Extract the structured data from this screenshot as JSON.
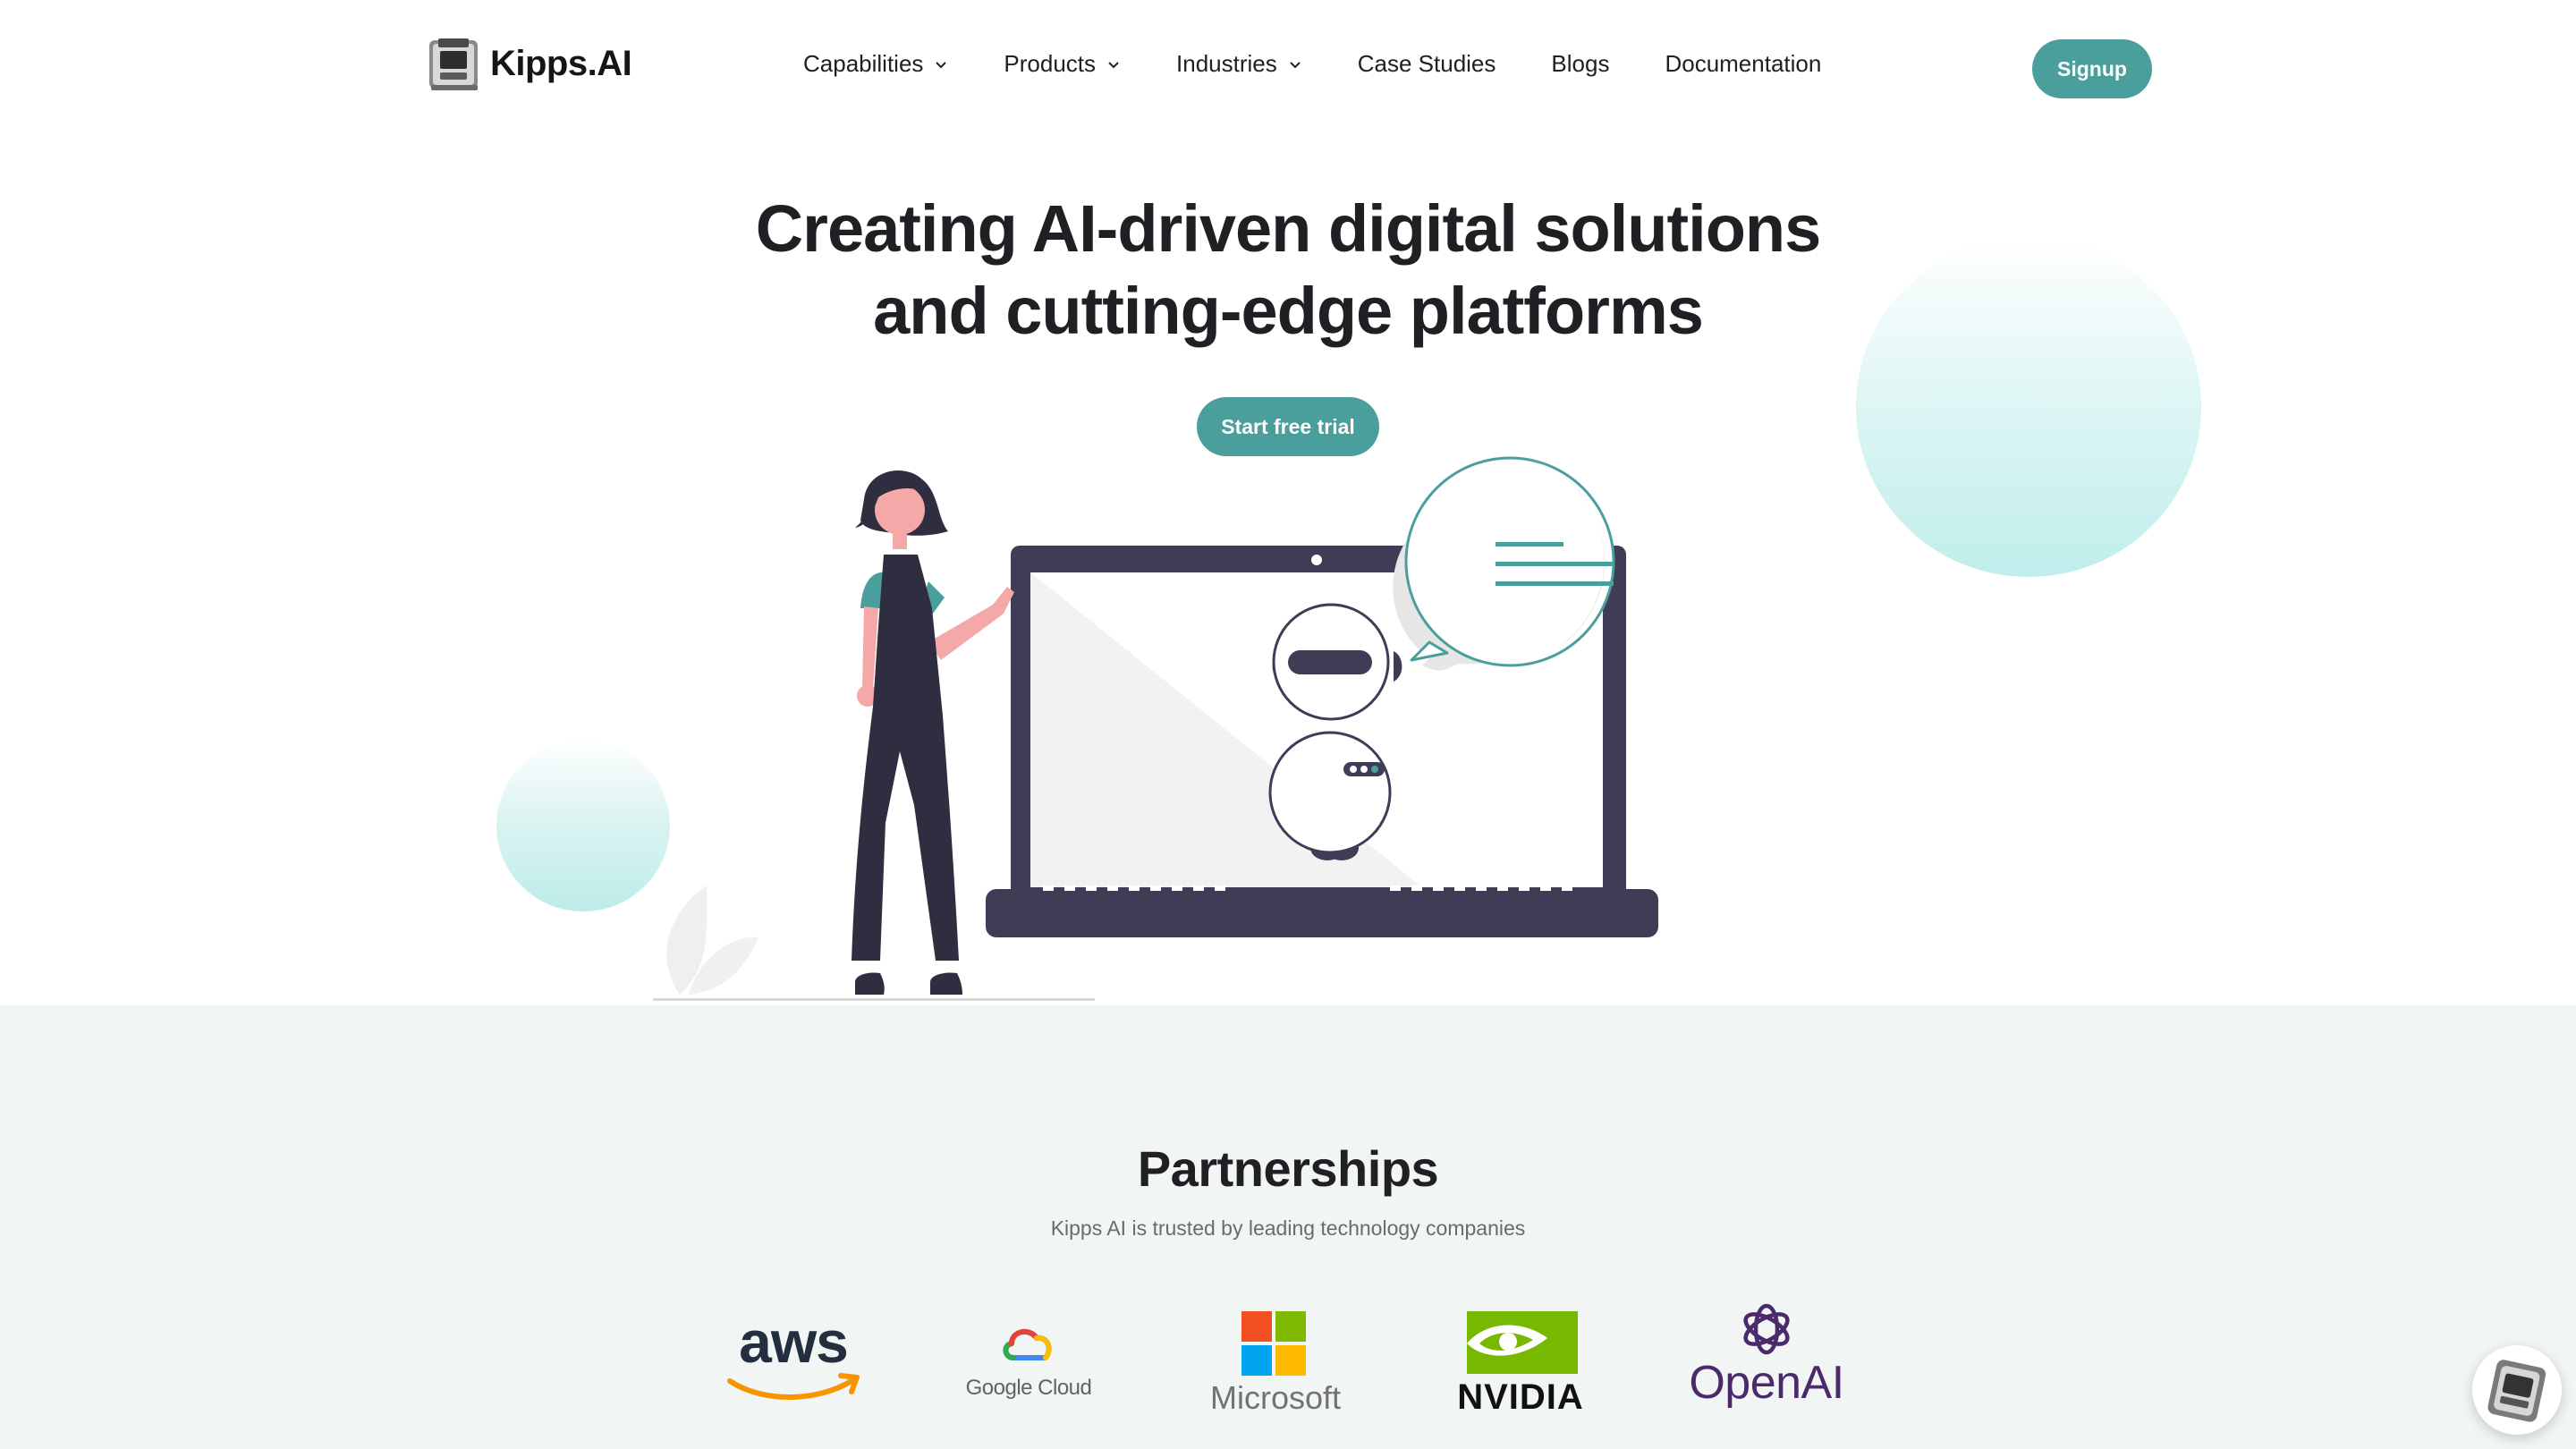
{
  "header": {
    "logo_text": "Kipps.AI",
    "nav": [
      {
        "label": "Capabilities",
        "dropdown": true
      },
      {
        "label": "Products",
        "dropdown": true
      },
      {
        "label": "Industries",
        "dropdown": true
      },
      {
        "label": "Case Studies",
        "dropdown": false
      },
      {
        "label": "Blogs",
        "dropdown": false
      },
      {
        "label": "Documentation",
        "dropdown": false
      }
    ],
    "signup_label": "Signup"
  },
  "hero": {
    "title_line1": "Creating AI-driven digital solutions",
    "title_line2": "and cutting-edge platforms",
    "cta_label": "Start free trial"
  },
  "partnerships": {
    "title": "Partnerships",
    "subtitle": "Kipps AI is trusted by leading technology companies",
    "logos": {
      "aws": "aws",
      "google_cloud": "Google Cloud",
      "microsoft": "Microsoft",
      "nvidia": "NVIDIA",
      "openai": "OpenAI"
    }
  },
  "colors": {
    "accent": "#4a9e9b",
    "heading": "#1f1f24",
    "partners_bg": "#f1f5f4",
    "illustration_dark": "#3f3d56",
    "illustration_teal": "#4a9e9b",
    "skin": "#f4a8a8"
  },
  "icons": {
    "nav_dropdown": "chevron-down-icon",
    "robot": "robot-icon",
    "speech_bubble": "speech-bubble-icon",
    "chat_widget": "chat-widget-icon"
  }
}
